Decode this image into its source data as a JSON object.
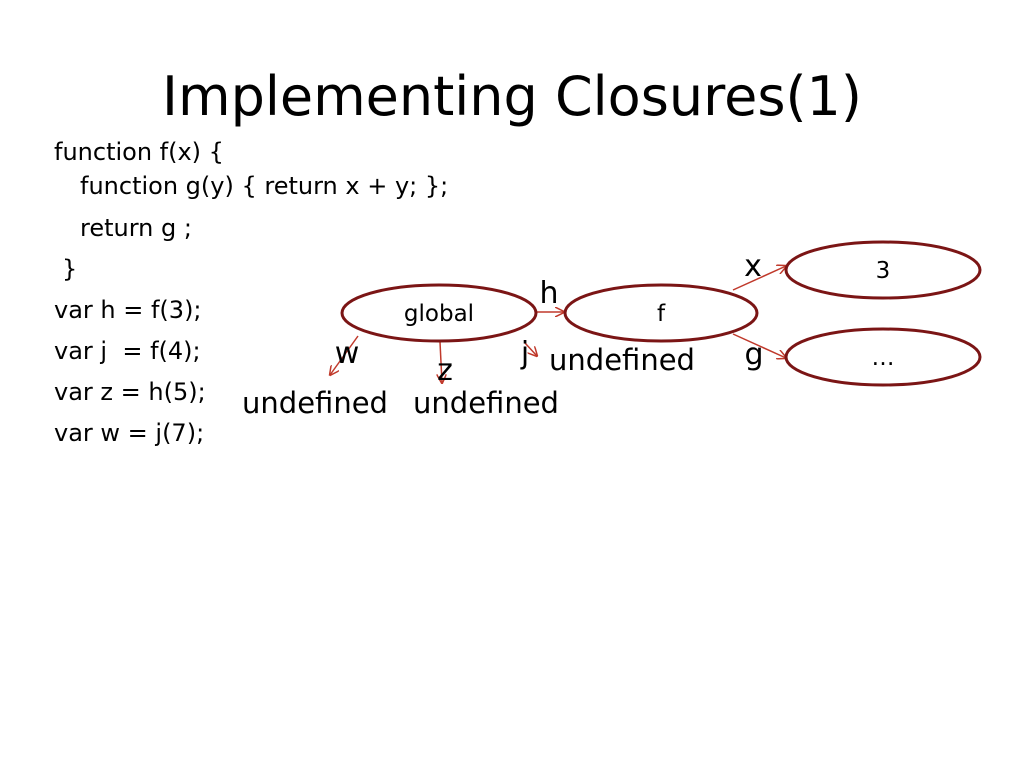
{
  "slide": {
    "title": "Implementing Closures(1)"
  },
  "code": {
    "lines": [
      "function f(x) {",
      "function g(y) { return x + y; };",
      "return g ;",
      "}",
      "var h = f(3);",
      "var j  = f(4);",
      "var z = h(5);",
      "var w = j(7);"
    ]
  },
  "diagram": {
    "nodes": {
      "global": "global",
      "f": "f",
      "three": "3",
      "ellipsis": "…"
    },
    "edges": {
      "h": "h",
      "x": "x",
      "g": "g",
      "w": "w",
      "z": "z",
      "j": "j"
    },
    "undefined_labels": {
      "w": "undefined",
      "z": "undefined",
      "j": "undefined"
    },
    "colors": {
      "node_stroke": "#7b1515",
      "arrow": "#c0392b"
    }
  }
}
